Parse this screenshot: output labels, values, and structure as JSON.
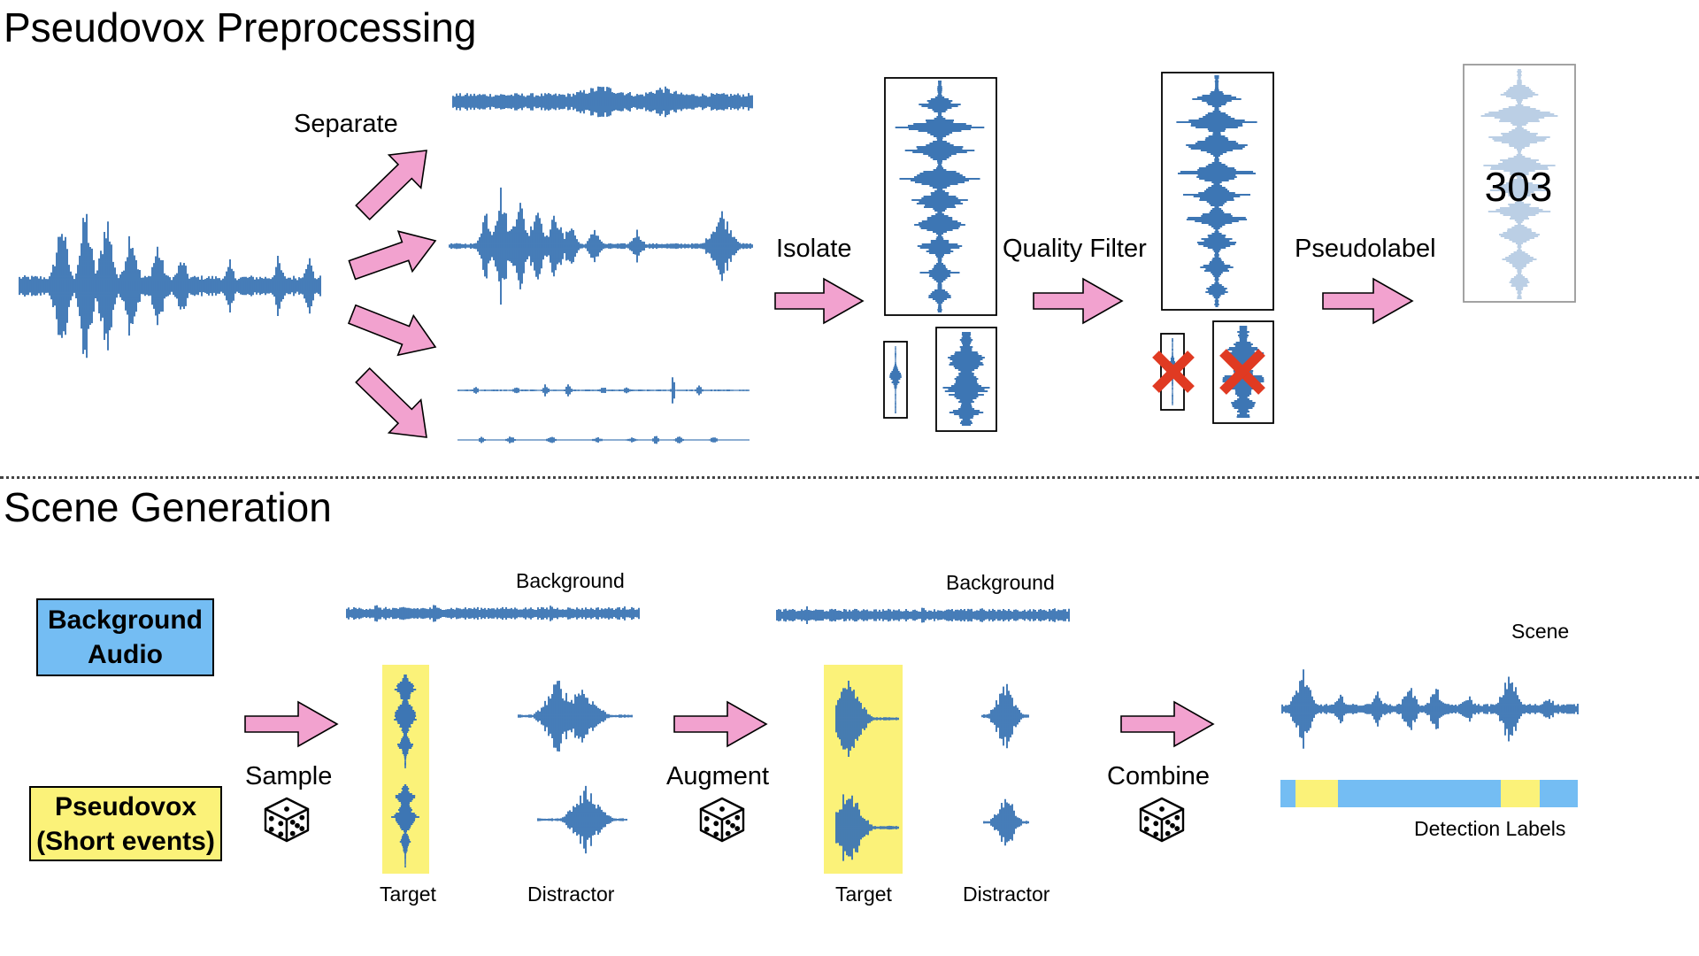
{
  "sections": {
    "preprocessing_title": "Pseudovox Preprocessing",
    "scene_title": "Scene Generation"
  },
  "preprocessing": {
    "separate_label": "Separate",
    "isolate_label": "Isolate",
    "quality_filter_label": "Quality Filter",
    "pseudolabel_label": "Pseudolabel",
    "pseudolabel_value": "303"
  },
  "scene": {
    "background_audio_label": "Background\nAudio",
    "pseudovox_label": "Pseudovox\n(Short events)",
    "sample_label": "Sample",
    "augment_label": "Augment",
    "combine_label": "Combine",
    "background_label_1": "Background",
    "background_label_2": "Background",
    "target_label_1": "Target",
    "distractor_label_1": "Distractor",
    "target_label_2": "Target",
    "distractor_label_2": "Distractor",
    "scene_label": "Scene",
    "detection_labels_label": "Detection Labels"
  },
  "colors": {
    "waveform": "#3d76b4",
    "arrow_fill": "#f2a2cf",
    "box_blue": "#74bdf3",
    "box_yellow": "#fbf279",
    "label_bar_blue": "#74bdf3",
    "label_bar_yellow": "#fbf279",
    "reject_x": "#e03a22"
  },
  "icons": {
    "arrow": "block-arrow-icon",
    "dice": "dice-icon",
    "reject": "cross-mark-icon"
  }
}
